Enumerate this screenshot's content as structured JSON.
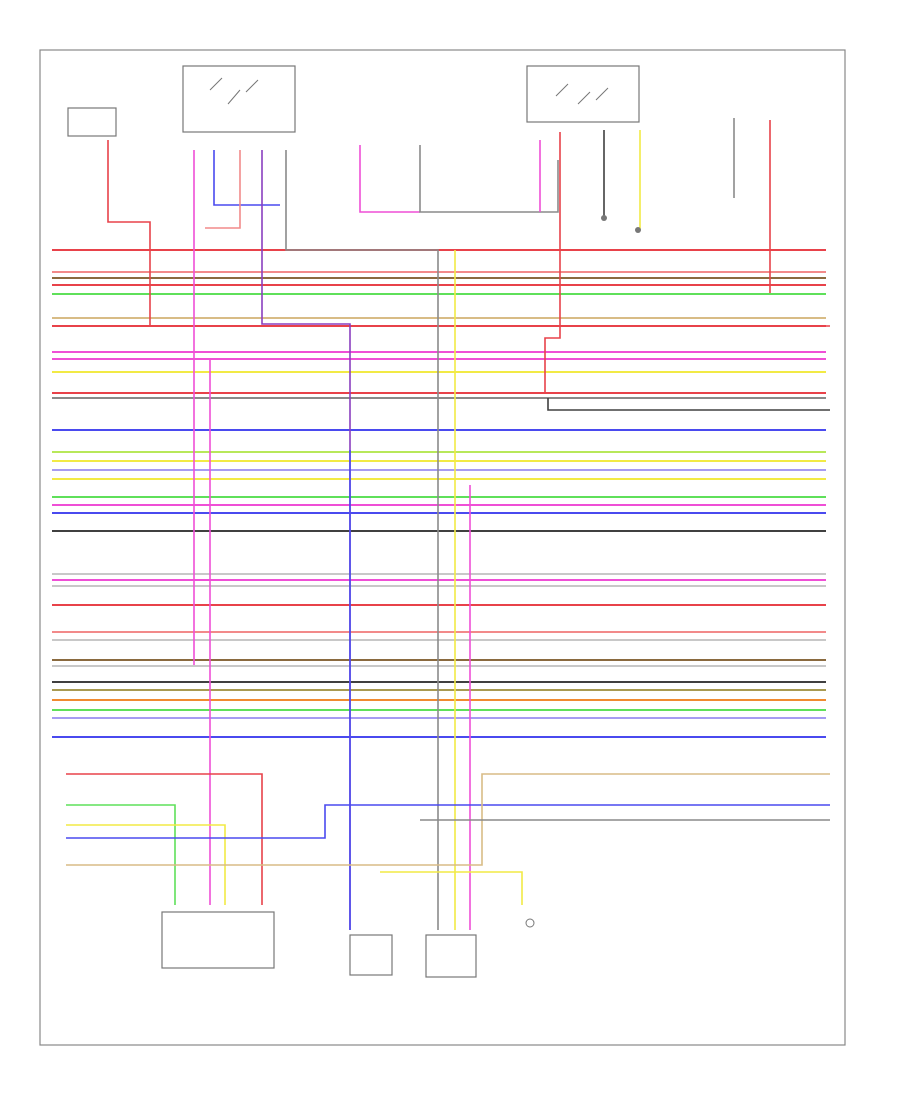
{
  "diagram": {
    "page_code": "",
    "components": [
      {
        "id": "sensor-top-left",
        "label": ""
      },
      {
        "id": "relay-box-top-left",
        "label": ""
      },
      {
        "id": "relay-box-top-right",
        "label": ""
      },
      {
        "id": "relay-box-bottom-left",
        "label": ""
      },
      {
        "id": "control-module-bottom-center",
        "label": ""
      },
      {
        "id": "control-module-bottom-right",
        "label": ""
      }
    ],
    "wire_colors": {
      "red": "#e8424a",
      "pink": "#ef4fd6",
      "blue": "#4a4aef",
      "green": "#5fe05a",
      "yellow": "#f2ea45",
      "orange": "#f08a30",
      "purple": "#8a3fbf",
      "brown": "#8a6a3f",
      "gray": "#8a8a8a",
      "tan": "#d8bc86",
      "olive": "#a89a52",
      "dark": "#404040",
      "light-gray": "#c8c8c8",
      "salmon": "#f28a8a",
      "lime": "#b8e85a",
      "lavender": "#a79bf2"
    },
    "bus_wires": [
      {
        "row": 1,
        "color": "red"
      },
      {
        "row": 2,
        "color": "salmon"
      },
      {
        "row": 3,
        "color": "brown"
      },
      {
        "row": 4,
        "color": "red"
      },
      {
        "row": 5,
        "color": "green"
      },
      {
        "row": 6,
        "color": "tan"
      },
      {
        "row": 7,
        "color": "red"
      },
      {
        "row": 8,
        "color": "pink"
      },
      {
        "row": 9,
        "color": "pink"
      },
      {
        "row": 10,
        "color": "yellow"
      },
      {
        "row": 11,
        "color": "red"
      },
      {
        "row": 12,
        "color": "gray"
      },
      {
        "row": 13,
        "color": "blue"
      },
      {
        "row": 14,
        "color": "lime"
      },
      {
        "row": 15,
        "color": "yellow"
      },
      {
        "row": 16,
        "color": "lavender"
      },
      {
        "row": 17,
        "color": "yellow"
      },
      {
        "row": 18,
        "color": "green"
      },
      {
        "row": 19,
        "color": "pink"
      },
      {
        "row": 20,
        "color": "blue"
      },
      {
        "row": 21,
        "color": "dark"
      },
      {
        "row": 22,
        "color": "light-gray"
      },
      {
        "row": 23,
        "color": "pink"
      },
      {
        "row": 24,
        "color": "light-gray"
      },
      {
        "row": 25,
        "color": "red"
      },
      {
        "row": 26,
        "color": "salmon"
      },
      {
        "row": 27,
        "color": "light-gray"
      },
      {
        "row": 28,
        "color": "brown"
      },
      {
        "row": 29,
        "color": "light-gray"
      },
      {
        "row": 30,
        "color": "dark"
      },
      {
        "row": 31,
        "color": "olive"
      },
      {
        "row": 32,
        "color": "orange"
      },
      {
        "row": 33,
        "color": "green"
      },
      {
        "row": 34,
        "color": "lavender"
      },
      {
        "row": 35,
        "color": "blue"
      }
    ]
  }
}
